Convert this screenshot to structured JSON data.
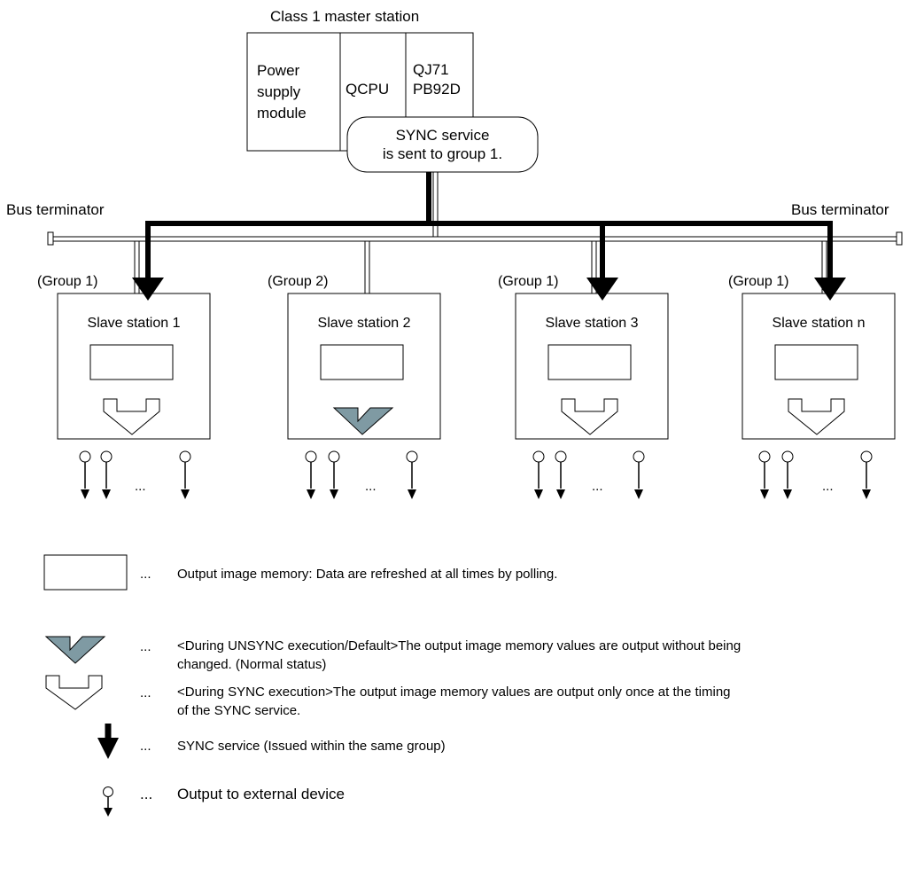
{
  "master": {
    "title": "Class 1 master station",
    "power_module": [
      "Power",
      "supply",
      "module"
    ],
    "cpu_label": "QCPU",
    "interface_label": [
      "QJ71",
      "PB92D"
    ],
    "sync_callout": [
      "SYNC service",
      "is sent to group 1."
    ]
  },
  "bus": {
    "terminator_left": "Bus terminator",
    "terminator_right": "Bus terminator"
  },
  "slaves": [
    {
      "group": "(Group 1)",
      "name": "Slave station 1",
      "receives_sync": true,
      "output_mode": "sync"
    },
    {
      "group": "(Group 2)",
      "name": "Slave station 2",
      "receives_sync": false,
      "output_mode": "unsync"
    },
    {
      "group": "(Group 1)",
      "name": "Slave station 3",
      "receives_sync": true,
      "output_mode": "sync"
    },
    {
      "group": "(Group 1)",
      "name": "Slave station n",
      "receives_sync": true,
      "output_mode": "sync"
    }
  ],
  "output_ellipsis": "...",
  "legend": [
    {
      "symbol": "memory-box",
      "dots": "...",
      "text": [
        "Output image memory: Data are refreshed at all times by polling."
      ]
    },
    {
      "symbol": "filled-arrow",
      "dots": "...",
      "text": [
        "<During UNSYNC execution/Default>The output image memory values are output without being",
        "changed. (Normal status)"
      ]
    },
    {
      "symbol": "hollow-arrow",
      "dots": "...",
      "text": [
        "<During SYNC execution>The output image memory values are output only once at the timing",
        "of the SYNC service."
      ]
    },
    {
      "symbol": "sync-arrow",
      "dots": "...",
      "text": [
        "SYNC service (Issued within the same group)"
      ]
    },
    {
      "symbol": "output-line",
      "dots": "...",
      "text": [
        "Output to external device"
      ]
    }
  ],
  "colors": {
    "unsync_arrow_fill": "#7f9aa3",
    "line": "#000000",
    "background": "#ffffff"
  }
}
